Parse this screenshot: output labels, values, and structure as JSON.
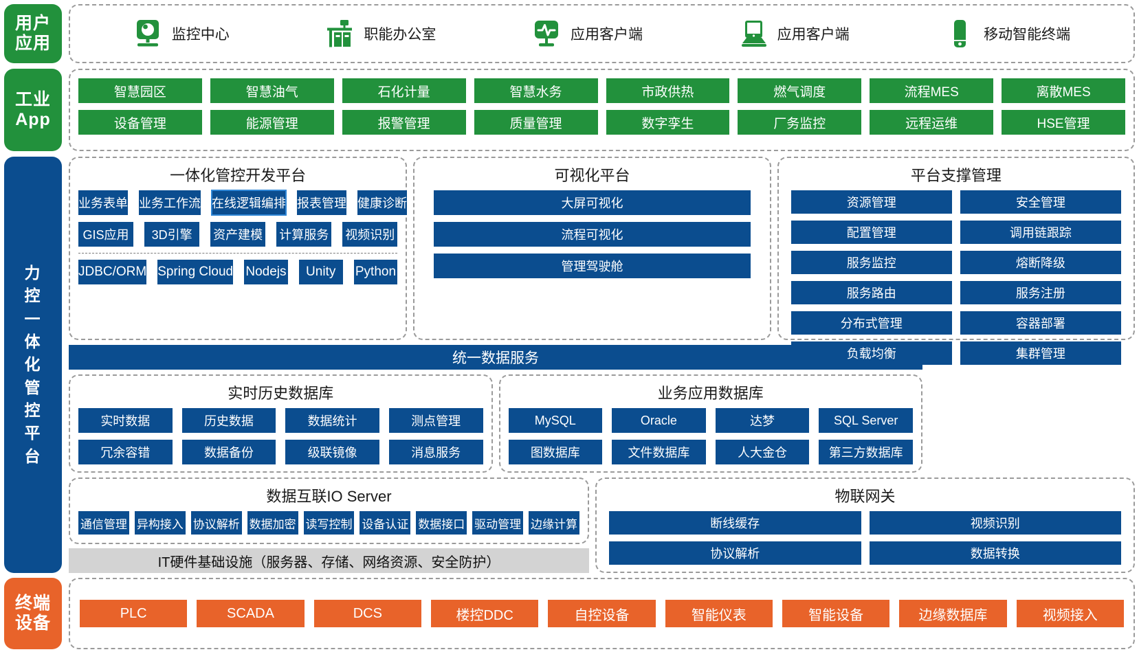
{
  "rows": {
    "user": {
      "label_lines": [
        "用户",
        "应用"
      ],
      "items": [
        {
          "icon": "monitor-center-icon",
          "label": "监控中心"
        },
        {
          "icon": "office-desk-icon",
          "label": "职能办公室"
        },
        {
          "icon": "app-monitor-icon",
          "label": "应用客户端"
        },
        {
          "icon": "laptop-icon",
          "label": "应用客户端"
        },
        {
          "icon": "mobile-terminal-icon",
          "label": "移动智能终端"
        }
      ]
    },
    "industrial_app": {
      "label_lines": [
        "工业",
        "App"
      ],
      "items": [
        "智慧园区",
        "智慧油气",
        "石化计量",
        "智慧水务",
        "市政供热",
        "燃气调度",
        "流程MES",
        "离散MES",
        "设备管理",
        "能源管理",
        "报警管理",
        "质量管理",
        "数字孪生",
        "厂务监控",
        "远程运维",
        "HSE管理"
      ]
    },
    "platform": {
      "label_chars": [
        "力",
        "控",
        "一",
        "体",
        "化",
        "管",
        "控",
        "平",
        "台"
      ],
      "dev_platform": {
        "title": "一体化管控开发平台",
        "row1": [
          "业务表单",
          "业务工作流",
          "在线逻辑编排",
          "报表管理",
          "健康诊断"
        ],
        "row1_highlight_index": 2,
        "row2": [
          "GIS应用",
          "3D引擎",
          "资产建模",
          "计算服务",
          "视频识别"
        ],
        "row3": [
          "JDBC/ORM",
          "Spring Cloud",
          "Nodejs",
          "Unity",
          "Python"
        ]
      },
      "visual_platform": {
        "title": "可视化平台",
        "items": [
          "大屏可视化",
          "流程可视化",
          "管理驾驶舱"
        ]
      },
      "support_mgmt": {
        "title": "平台支撑管理",
        "items": [
          "资源管理",
          "安全管理",
          "配置管理",
          "调用链跟踪",
          "服务监控",
          "熔断降级",
          "服务路由",
          "服务注册",
          "分布式管理",
          "容器部署",
          "负载均衡",
          "集群管理"
        ]
      },
      "unified_data_service": "统一数据服务",
      "realtime_db": {
        "title": "实时历史数据库",
        "items": [
          "实时数据",
          "历史数据",
          "数据统计",
          "测点管理",
          "冗余容错",
          "数据备份",
          "级联镜像",
          "消息服务"
        ]
      },
      "business_db": {
        "title": "业务应用数据库",
        "items": [
          "MySQL",
          "Oracle",
          "达梦",
          "SQL Server",
          "图数据库",
          "文件数据库",
          "人大金仓",
          "第三方数据库"
        ]
      },
      "io_server": {
        "title": "数据互联IO Server",
        "items": [
          "通信管理",
          "异构接入",
          "协议解析",
          "数据加密",
          "读写控制",
          "设备认证",
          "数据接口",
          "驱动管理",
          "边缘计算"
        ]
      },
      "it_infra": "IT硬件基础设施（服务器、存储、网络资源、安全防护）",
      "gateway": {
        "title": "物联网关",
        "items": [
          "断线缓存",
          "视频识别",
          "协议解析",
          "数据转换"
        ]
      }
    },
    "terminal": {
      "label_lines": [
        "终端",
        "设备"
      ],
      "items": [
        "PLC",
        "SCADA",
        "DCS",
        "楼控DDC",
        "自控设备",
        "智能仪表",
        "智能设备",
        "边缘数据库",
        "视频接入"
      ]
    }
  },
  "colors": {
    "green": "#22913c",
    "blue": "#0b4d8f",
    "orange": "#e8632a",
    "gray_bar": "#d3d3d3",
    "highlight_border": "#2f86d6",
    "dashed_border": "#9a9a9a"
  }
}
